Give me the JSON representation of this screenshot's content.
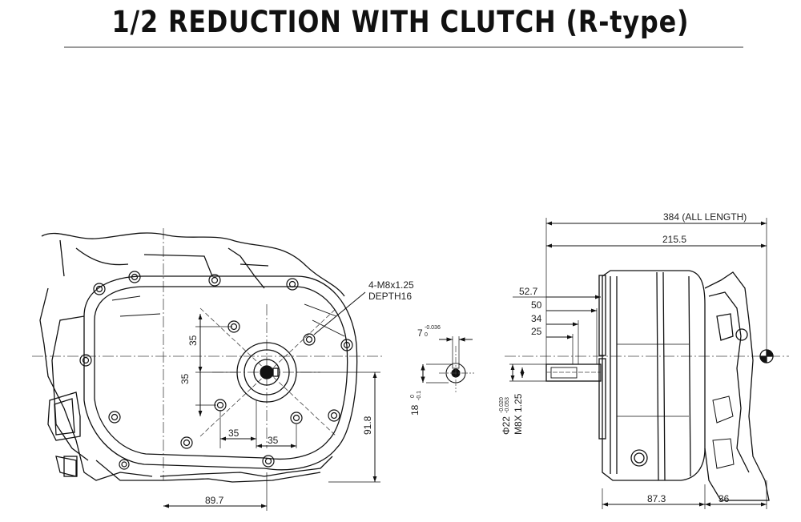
{
  "title": "1/2 REDUCTION WITH CLUTCH (R-type)",
  "front_view": {
    "thread_note_line1": "4-M8x1.25",
    "thread_note_line2": "DEPTH16",
    "dim_pitch_v1": "35",
    "dim_pitch_v2": "35",
    "dim_pitch_h1": "35",
    "dim_pitch_h2": "35",
    "dim_height": "91.8",
    "dim_offset": "89.7"
  },
  "key_view": {
    "key_width": "7",
    "key_width_tol_upper": "-0.036",
    "key_width_tol_lower": "0",
    "key_depth": "18",
    "key_depth_tol_upper": "0",
    "key_depth_tol_lower": "-0.1"
  },
  "side_view": {
    "dim_all_length": "384  (ALL LENGTH)",
    "dim_215": "215.5",
    "dim_527": "52.7",
    "dim_50": "50",
    "dim_34": "34",
    "dim_25": "25",
    "shaft_dia": "Φ22",
    "shaft_dia_tol_upper": "-0.020",
    "shaft_dia_tol_lower": "-0.053",
    "shaft_thread": "M8X 1.25",
    "dim_873": "87.3",
    "dim_36": "36"
  }
}
